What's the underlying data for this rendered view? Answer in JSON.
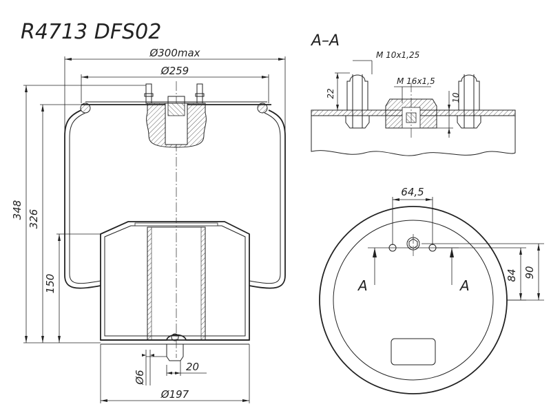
{
  "drawing": {
    "part_number": "R4713 DFS02",
    "section_label": "A–A",
    "section_marker_left": "A",
    "section_marker_right": "A"
  },
  "dimensions": {
    "diameter_max": "Ø300max",
    "diameter_plate": "Ø259",
    "height_total": "348",
    "height_body": "326",
    "height_piston": "150",
    "diameter_pin": "Ø6",
    "offset_pin": "20",
    "diameter_piston": "Ø197",
    "thread_stud": "M 10x1,25",
    "thread_center": "M 16x1,5",
    "stud_height": "22",
    "center_depth": "10",
    "stud_spacing": "64,5",
    "offset_84": "84",
    "offset_90": "90"
  }
}
